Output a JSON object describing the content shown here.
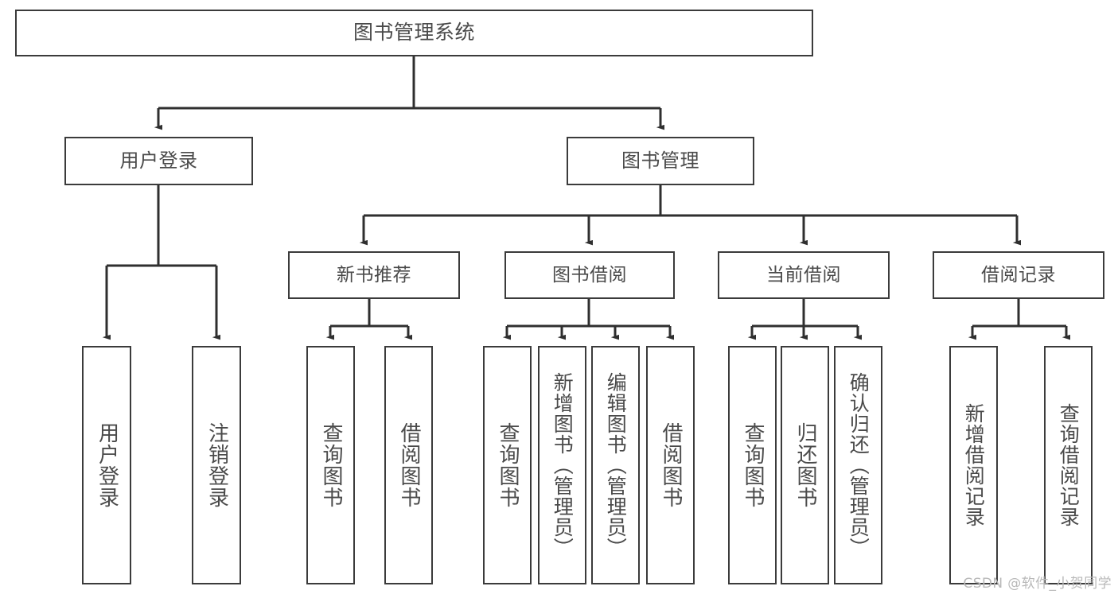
{
  "diagram": {
    "title": "图书管理系统",
    "type": "tree-hierarchy-chart",
    "root": {
      "id": "root",
      "label": "图书管理系统"
    },
    "level2": [
      {
        "id": "user-login",
        "label": "用户登录"
      },
      {
        "id": "book-management",
        "label": "图书管理"
      }
    ],
    "level3": [
      {
        "id": "new-book-recommend",
        "label": "新书推荐"
      },
      {
        "id": "book-borrow",
        "label": "图书借阅"
      },
      {
        "id": "current-borrow",
        "label": "当前借阅"
      },
      {
        "id": "borrow-record",
        "label": "借阅记录"
      }
    ],
    "leaves": {
      "user_login": [
        {
          "id": "leaf-user-login",
          "label": "用户登录"
        },
        {
          "id": "leaf-user-logout",
          "label": "注销登录"
        }
      ],
      "new_book_recommend": [
        {
          "id": "leaf-query-book-1",
          "label": "查询图书"
        },
        {
          "id": "leaf-borrow-book-1",
          "label": "借阅图书"
        }
      ],
      "book_borrow": [
        {
          "id": "leaf-query-book-2",
          "label": "查询图书"
        },
        {
          "id": "leaf-add-book",
          "label": "新增图书（管理员）"
        },
        {
          "id": "leaf-edit-book",
          "label": "编辑图书（管理员）"
        },
        {
          "id": "leaf-borrow-book-2",
          "label": "借阅图书"
        }
      ],
      "current_borrow": [
        {
          "id": "leaf-query-book-3",
          "label": "查询图书"
        },
        {
          "id": "leaf-return-book",
          "label": "归还图书"
        },
        {
          "id": "leaf-confirm-return",
          "label": "确认归还（管理员）"
        }
      ],
      "borrow_record": [
        {
          "id": "leaf-add-record",
          "label": "新增借阅记录"
        },
        {
          "id": "leaf-query-record",
          "label": "查询借阅记录"
        }
      ]
    }
  },
  "watermark": {
    "text": "CSDN @软件_小贺同学"
  },
  "colors": {
    "stroke": "#3b3b3b",
    "text": "#4a4a4a",
    "background": "#ffffff",
    "watermark": "#b9b9b9"
  }
}
